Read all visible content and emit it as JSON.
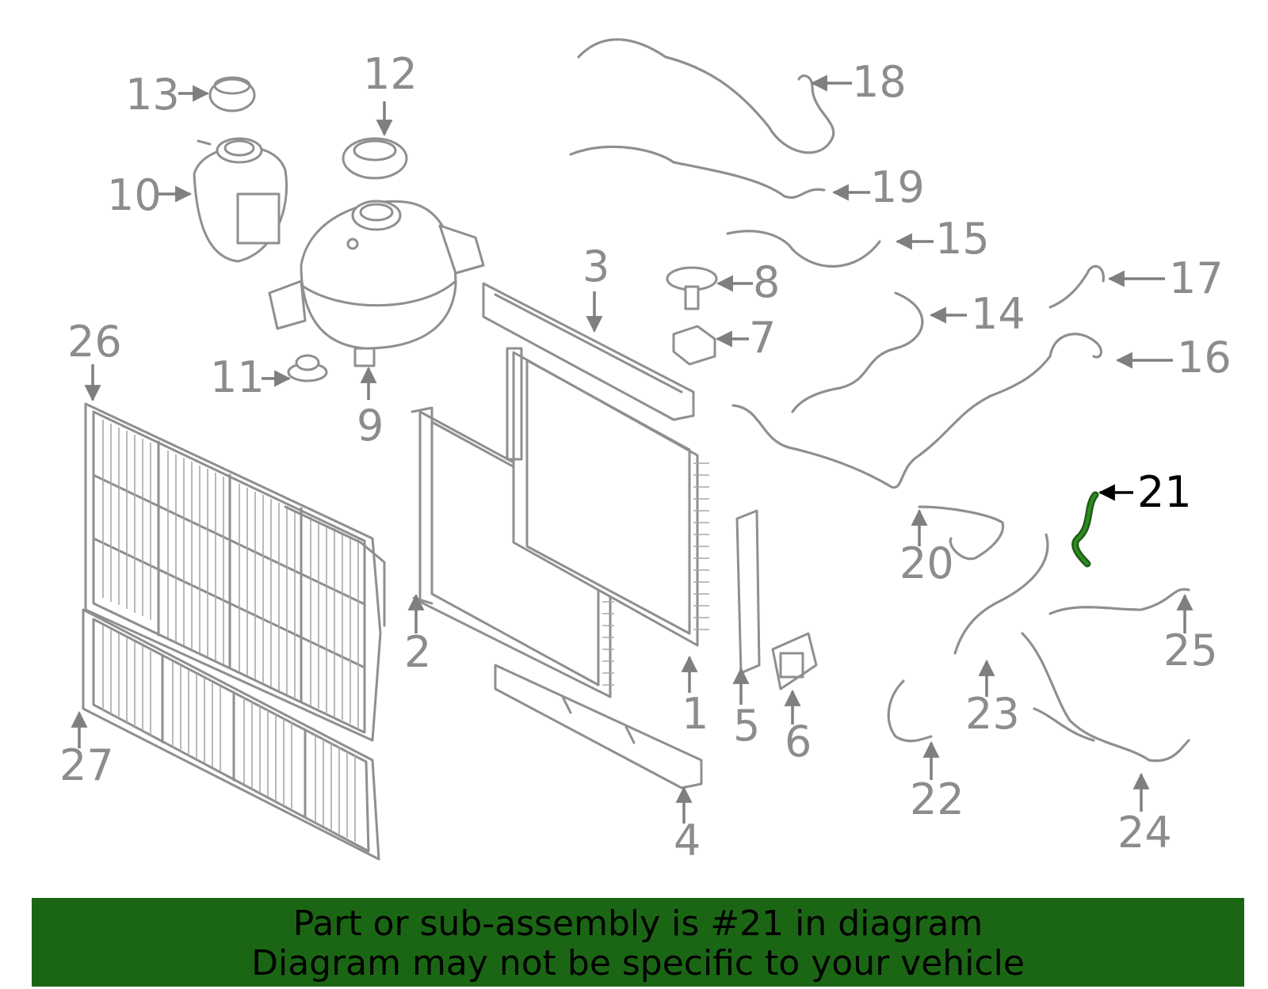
{
  "diagram": {
    "highlighted_callout": "21",
    "colors": {
      "part_stroke": "#8f8f8f",
      "highlight_part": "#2e8b22",
      "banner_bg": "#1b6614",
      "text_gray": "#8c8c8c"
    },
    "callouts": [
      "1",
      "2",
      "3",
      "4",
      "5",
      "6",
      "7",
      "8",
      "9",
      "10",
      "11",
      "12",
      "13",
      "14",
      "15",
      "16",
      "17",
      "18",
      "19",
      "20",
      "21",
      "22",
      "23",
      "24",
      "25",
      "26",
      "27"
    ]
  },
  "banner": {
    "line1": "Part or sub-assembly is #21 in diagram",
    "line2": "Diagram may not be specific to your vehicle"
  }
}
